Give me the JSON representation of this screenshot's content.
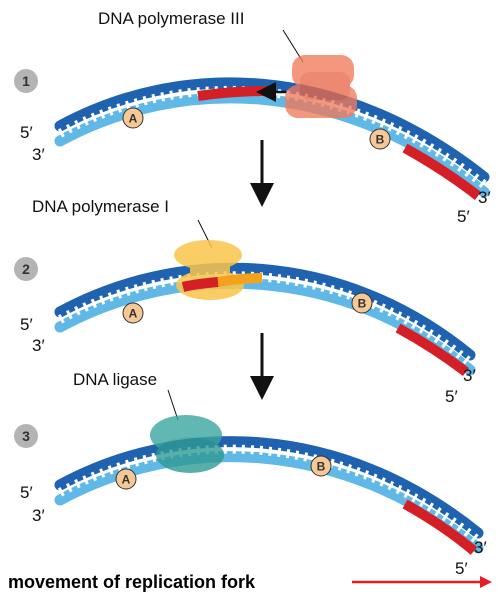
{
  "steps": [
    {
      "number": "1",
      "enzyme": "DNA polymerase III",
      "marker_a": "A",
      "marker_b": "B",
      "ends_left": {
        "top": "5′",
        "bottom": "3′"
      },
      "ends_right": {
        "top": "3′",
        "bottom": "5′"
      }
    },
    {
      "number": "2",
      "enzyme": "DNA polymerase I",
      "marker_a": "A",
      "marker_b": "B",
      "ends_left": {
        "top": "5′",
        "bottom": "3′"
      },
      "ends_right": {
        "top": "3′",
        "bottom": "5′"
      }
    },
    {
      "number": "3",
      "enzyme": "DNA ligase",
      "marker_a": "A",
      "marker_b": "B",
      "ends_left": {
        "top": "5′",
        "bottom": "3′"
      },
      "ends_right": {
        "top": "3′",
        "bottom": "5′"
      }
    }
  ],
  "footer": {
    "fork_label": "movement of replication fork"
  },
  "colors": {
    "strand_dark": "#1f63b0",
    "strand_light": "#5fb8e6",
    "primer_red": "#d41f27",
    "new_dna_orange": "#f4a21c",
    "pol3": "#f07a5c",
    "pol1": "#f9c54a",
    "ligase": "#3aa6a0",
    "marker_fill": "#f5c896",
    "step_badge": "#b4b4b4",
    "arrow_red": "#e31e24"
  }
}
